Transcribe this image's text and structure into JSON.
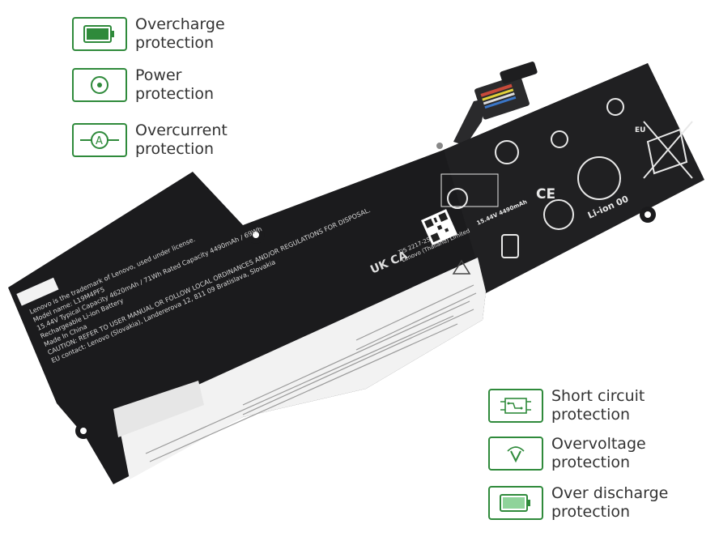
{
  "features_left": [
    {
      "id": "overcharge",
      "line1": "Overcharge",
      "line2": "protection",
      "icon": "battery-full-icon"
    },
    {
      "id": "power",
      "line1": "Power",
      "line2": "protection",
      "icon": "power-target-icon"
    },
    {
      "id": "overcurrent",
      "line1": "Overcurrent",
      "line2": "protection",
      "icon": "ammeter-icon"
    }
  ],
  "features_right": [
    {
      "id": "short-circuit",
      "line1": "Short circuit",
      "line2": "protection",
      "icon": "circuit-board-icon"
    },
    {
      "id": "overvoltage",
      "line1": "Overvoltage",
      "line2": "protection",
      "icon": "voltage-v-icon"
    },
    {
      "id": "over-discharge",
      "line1": "Over discharge",
      "line2": "protection",
      "icon": "battery-low-icon"
    }
  ],
  "battery_label": {
    "trademark": "Lenovo is the trademark of Lenovo, used under license.",
    "model_name": "Model name: L19M4PF5",
    "capacity": "15.44V Typical Capacity 4620mAh / 71Wh Rated Capacity 4490mAh / 69Wh",
    "rechargeable": "Rechargeable Li-ion Battery",
    "caution": "CAUTION: REFER TO USER MANUAL OR FOLLOW LOCAL ORDINANCES AND/OR REGULATIONS FOR DISPOSAL.",
    "madein": "Made In China",
    "importer": "EU contact: Lenovo (Slovakia), Landererova 12, 811 09 Bratislava, Slovakia",
    "ukca": "UK CA",
    "li_ion": "Li-ion 00",
    "eu": "EU",
    "ce": "CE",
    "tis": "TIS 2217-2548",
    "lenovo_thailand": "Lenovo (Thailand) Limited",
    "battery_spec": "15.44V 4490mAh"
  },
  "colors": {
    "accent_green": "#2f8a3b",
    "battery_black": "#1b1b1d",
    "label_white": "#f2f2f2"
  }
}
